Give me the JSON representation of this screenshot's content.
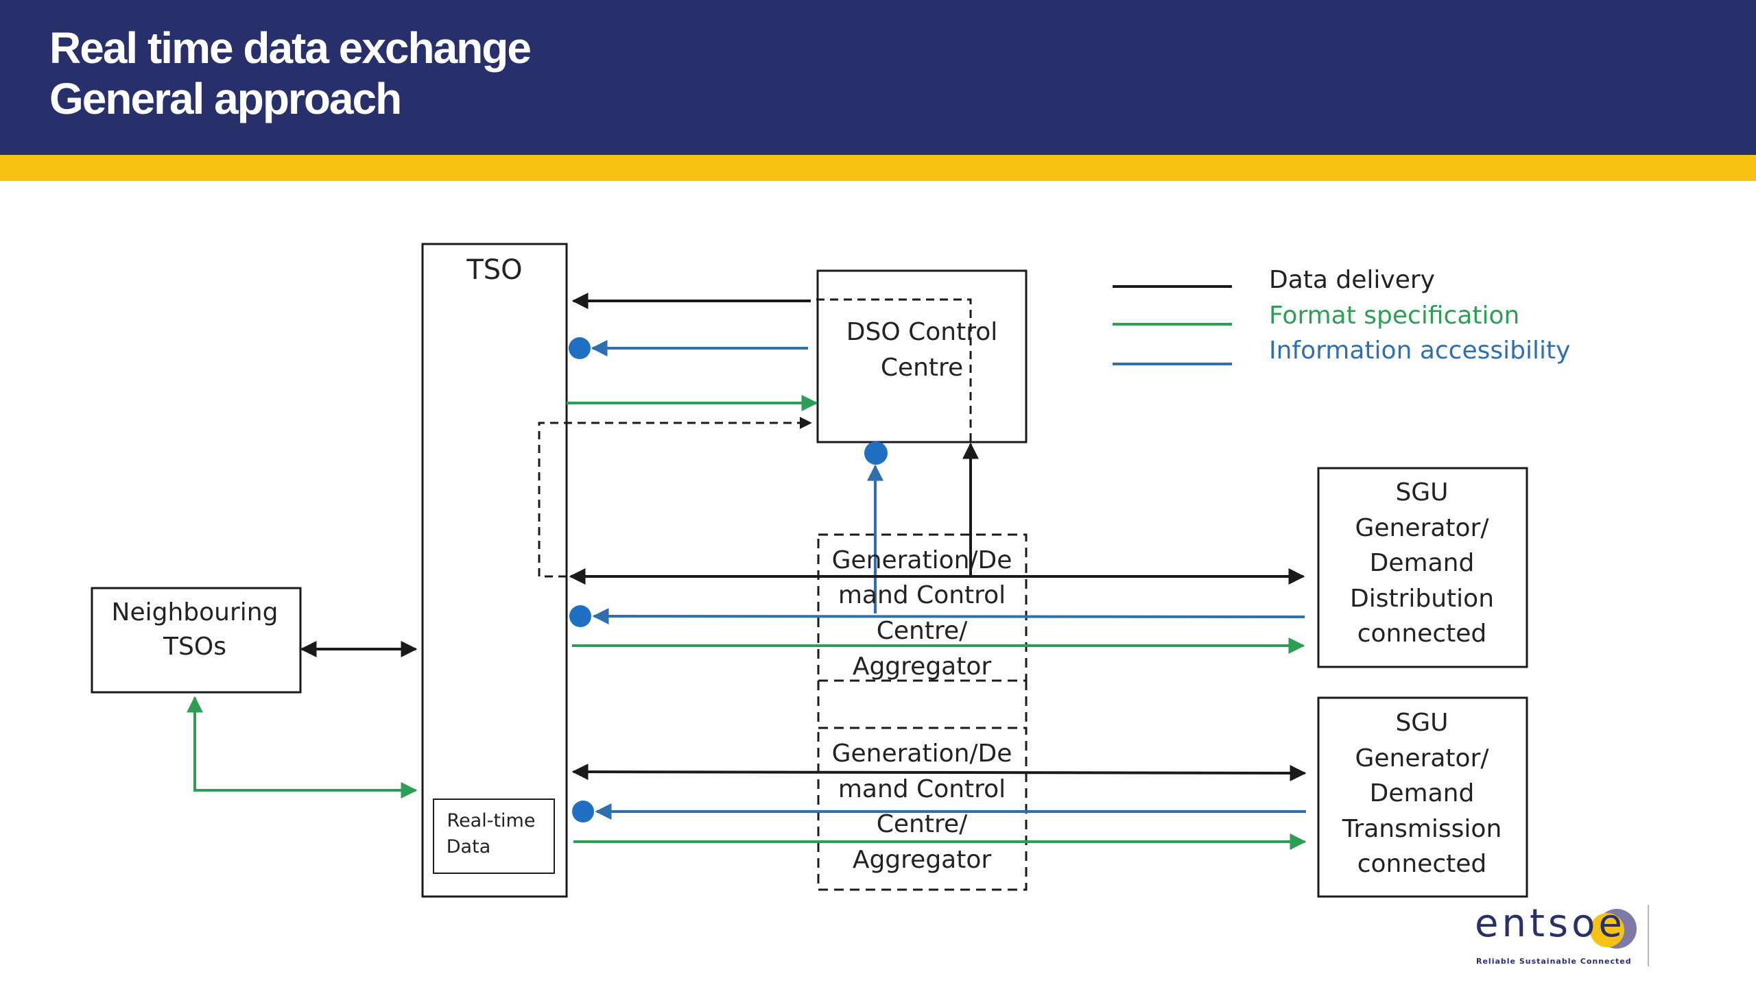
{
  "header": {
    "title_line1": "Real time data exchange",
    "title_line2": "General approach"
  },
  "colors": {
    "header_bg": "#27306b",
    "stripe": "#f6c213",
    "data_delivery": "#1a1a1a",
    "format_specification": "#2e9e55",
    "information_accessibility": "#2f6fb0",
    "dot": "#1f6fc2"
  },
  "legend": {
    "items": [
      {
        "label": "Data delivery",
        "color": "#1a1a1a"
      },
      {
        "label": "Format specification",
        "color": "#2e9e55"
      },
      {
        "label": "Information accessibility",
        "color": "#2f6fb0"
      }
    ]
  },
  "nodes": {
    "tso": {
      "label": "TSO"
    },
    "realtime": {
      "line1": "Real-time",
      "line2": "Data"
    },
    "neighbouring": {
      "line1": "Neighbouring",
      "line2": "TSOs"
    },
    "dso": {
      "line1": "DSO Control",
      "line2": "Centre"
    },
    "gen1": {
      "line1": "Generation/De",
      "line2": "mand Control",
      "line3": "Centre/",
      "line4": "Aggregator"
    },
    "gen2": {
      "line1": "Generation/De",
      "line2": "mand Control",
      "line3": "Centre/",
      "line4": "Aggregator"
    },
    "sgu_dist": {
      "line1": "SGU",
      "line2": "Generator/",
      "line3": "Demand",
      "line4": "Distribution",
      "line5": "connected"
    },
    "sgu_trans": {
      "line1": "SGU",
      "line2": "Generator/",
      "line3": "Demand",
      "line4": "Transmission",
      "line5": "connected"
    }
  },
  "logo": {
    "wordmark": "entsoe",
    "tagline": "Reliable Sustainable Connected"
  }
}
